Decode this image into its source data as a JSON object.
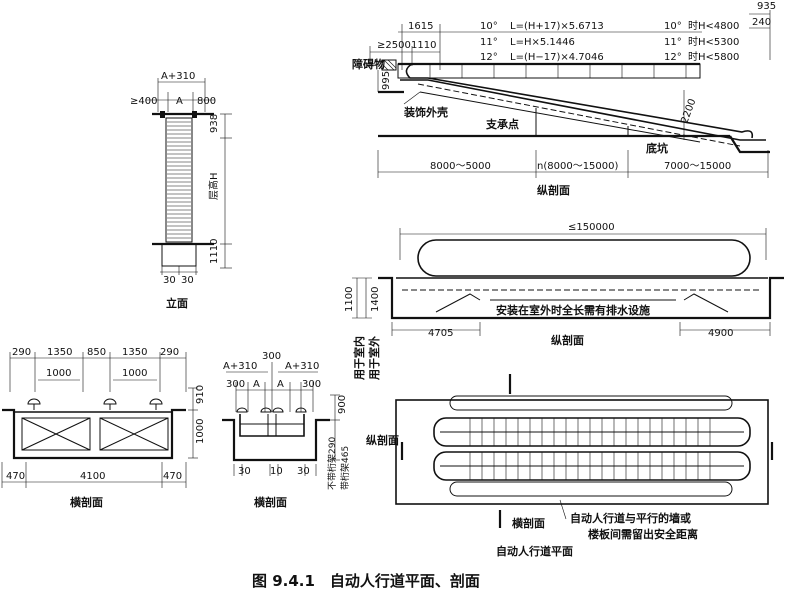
{
  "caption": "图 9.4.1　自动人行道平面、剖面",
  "elevation": {
    "title": "立面",
    "dim_top": "A+310",
    "dim_left": "≥400",
    "dim_a": "A",
    "dim_right": "800",
    "dim_938": "938",
    "dim_height": "层高H",
    "dim_1110": "1110",
    "dim_30a": "30",
    "dim_30b": "30"
  },
  "section_left": {
    "title": "横剖面",
    "top_dims": [
      "290",
      "1350",
      "850",
      "1350",
      "290"
    ],
    "inner_dims": [
      "1000",
      "1000"
    ],
    "dim_910": "910",
    "dim_1000": "1000",
    "bottom_dims": [
      "470",
      "4100",
      "470"
    ]
  },
  "section_mid": {
    "title": "横剖面",
    "dim_a310_left": "A+310",
    "dim_300_top": "300",
    "dim_a310_right": "A+310",
    "dim_300_left": "300",
    "dim_a_left": "A",
    "dim_a_right": "A",
    "dim_300_right": "300",
    "dim_900": "900",
    "bottom_dims": [
      "30",
      "10",
      "30"
    ],
    "note_no_truss": "不带桁架290",
    "note_truss": "带桁架465"
  },
  "section_long_top": {
    "title": "纵剖面",
    "dim_935": "935",
    "dim_240": "240",
    "dim_1615": "1615",
    "dim_2500": "≥2500",
    "dim_1110": "1110",
    "dim_995": "995",
    "dim_2200": "2200",
    "formulas": [
      {
        "angle": "10°",
        "length": "L=(H+17)×5.6713",
        "angle_r": "10°",
        "cond": "时H<4800"
      },
      {
        "angle": "11°",
        "length": "L=H×5.1446",
        "angle_r": "11°",
        "cond": "时H<5300"
      },
      {
        "angle": "12°",
        "length": "L=(H−17)×4.7046",
        "angle_r": "12°",
        "cond": "时H<5800"
      }
    ],
    "label_obstacle": "障碍物",
    "label_shell": "装饰外壳",
    "label_support": "支承点",
    "label_pit": "底坑",
    "bottom_dims": [
      "8000～5000",
      "n(8000～15000)",
      "7000～15000"
    ]
  },
  "section_long_mid": {
    "title": "纵剖面",
    "dim_total": "≤150000",
    "dim_1100": "1100",
    "dim_1400": "1400",
    "label_indoor": "用于室内",
    "label_outdoor": "用于室外",
    "drain_note": "安装在室外时全长需有排水设施",
    "dim_left": "4705",
    "dim_right": "4900"
  },
  "plan": {
    "title": "自动人行道平面",
    "label_long": "纵剖面",
    "label_cross": "横剖面",
    "note_line1": "自动人行道与平行的墙或",
    "note_line2": "楼板间需留出安全距离"
  }
}
